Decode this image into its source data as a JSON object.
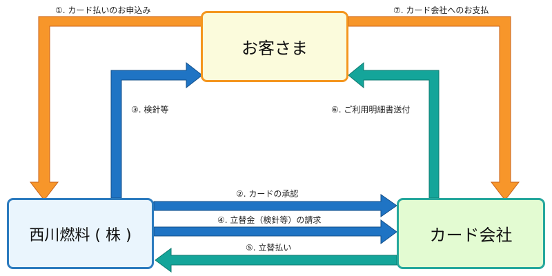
{
  "nodes": {
    "customer": "お客さま",
    "supplier": "西川燃料 ( 株 )",
    "card_company": "カード会社"
  },
  "flows": {
    "step1": "①. カード払いのお申込み",
    "step2": "②. カードの承認",
    "step3": "③. 検針等",
    "step4": "④. 立替金（検針等）の請求",
    "step5": "⑤. 立替払い",
    "step6": "⑥. ご利用明細書送付",
    "step7": "⑦. カード会社へのお支払"
  },
  "colors": {
    "orange": "#f4961e",
    "blue": "#2c7bbf",
    "teal": "#25a79c"
  }
}
